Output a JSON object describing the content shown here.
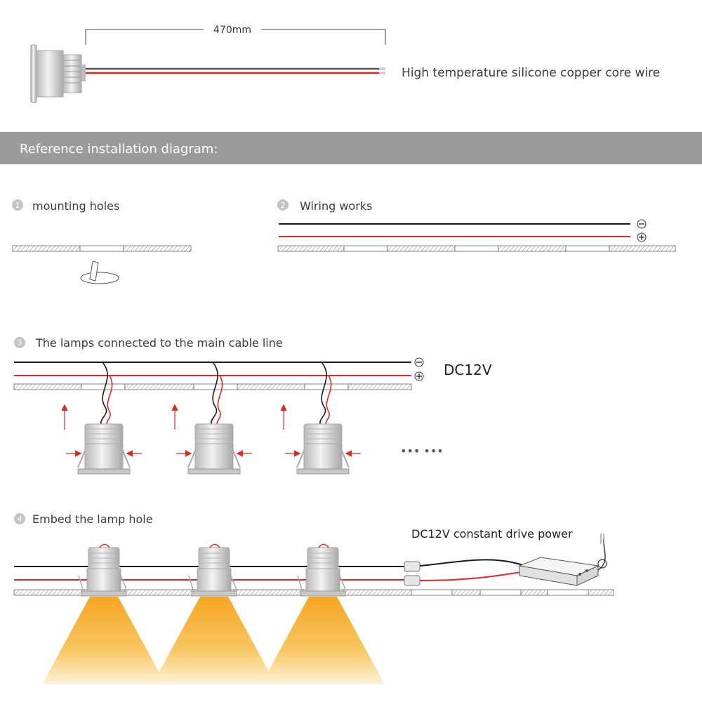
{
  "top": {
    "length_label": "470mm",
    "wire_label": "High temperature silicone copper core wire"
  },
  "banner": {
    "title": "Reference installation diagram:"
  },
  "steps": [
    {
      "num": "1",
      "label": "mounting holes"
    },
    {
      "num": "2",
      "label": "Wiring works"
    },
    {
      "num": "3",
      "label": "The lamps connected to the main cable line"
    },
    {
      "num": "4",
      "label": "Embed the lamp hole"
    }
  ],
  "polarity": {
    "minus": "−",
    "plus": "+"
  },
  "voltage_label": "DC12V",
  "ellipsis": "•••  •••",
  "driver_label": "DC12V constant drive power",
  "colors": {
    "banner": "#9b9b9b",
    "wire_red": "#e8251f",
    "wire_black": "#1a1a1a",
    "lamp_silver": "#c9c9c9",
    "light_glow": "#f7b733"
  }
}
